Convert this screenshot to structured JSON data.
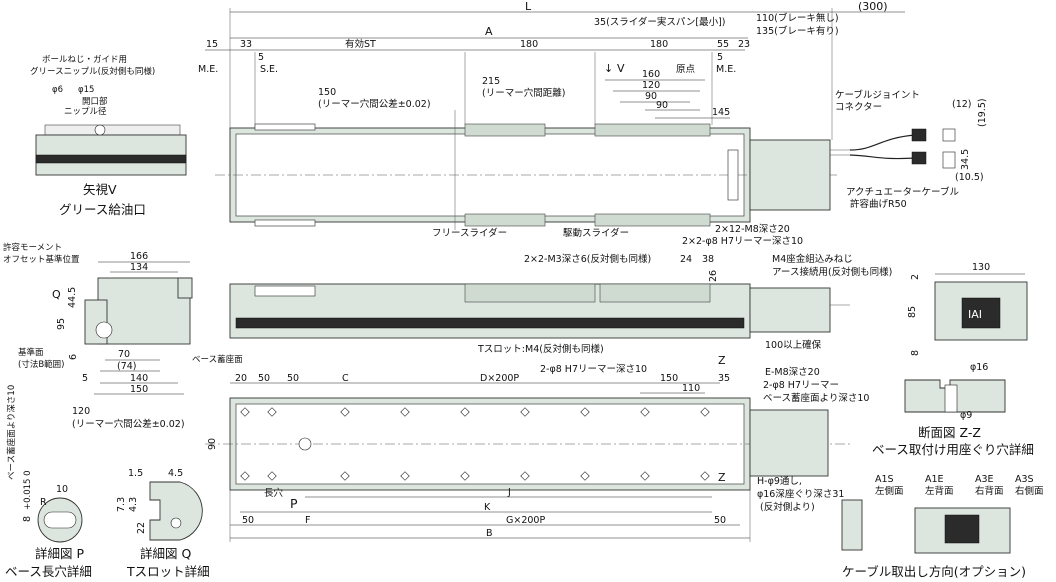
{
  "top_dims": {
    "L": "L",
    "p300": "(300)",
    "A": "A",
    "d15": "15",
    "d33": "33",
    "eff_st": "有効ST",
    "d180a": "180",
    "d180b": "180",
    "d55": "55",
    "d23": "23",
    "d5a": "5",
    "d5b": "5",
    "brake_none": "110(ブレーキ無し)",
    "brake_on": "135(ブレーキ有り)",
    "span35": "35(スライダー実スパン[最小])",
    "me_left": "M.E.",
    "se": "S.E.",
    "me_right": "M.E.",
    "origin": "原点",
    "d150_line1": "150",
    "d150_line2": "(リーマー穴間公差±0.02)",
    "d215_line1": "215",
    "d215_line2": "(リーマー穴間距離)",
    "view_v": "V",
    "d160": "160",
    "d120": "120",
    "d90": "90",
    "d90b": "90",
    "d145": "145",
    "cable_joint_1": "ケーブルジョイント",
    "cable_joint_2": "コネクター",
    "d12": "(12)",
    "d19_5": "(19.5)",
    "d34_5": "34.5",
    "d10_5": "(10.5)",
    "act_cable": "アクチュエーターケーブル",
    "bend": "許容曲げR50",
    "free_slider": "フリースライダー",
    "drive_slider": "駆動スライダー",
    "m8_holes": "2×12-M8深さ20",
    "reamer_holes": "2×2-φ8 H7リーマー深さ10"
  },
  "view_v": {
    "label1": "ボールねじ・ガイド用",
    "label2": "グリースニップル(反対側も同様)",
    "phi6": "φ6",
    "phi15": "φ15",
    "opening": "開口部",
    "nipple": "ニップル径",
    "title1": "矢視V",
    "title2": "グリース給油口"
  },
  "end_view": {
    "moment1": "許容モーメント",
    "moment2": "オフセット基準位置",
    "d166": "166",
    "d134": "134",
    "q": "Q",
    "d44_5": "44.5",
    "d95": "95",
    "d6": "6",
    "ref1": "基準面",
    "ref2": "(寸法B範囲)",
    "base": "ベース蓄座面",
    "d70": "70",
    "d74": "(74)",
    "d140": "140",
    "d150": "150",
    "d5": "5"
  },
  "side_view": {
    "m3": "2×2-M3深さ6(反対側も同様)",
    "d24": "24",
    "d38": "38",
    "d26": "26",
    "m4_1": "M4座金組込みねじ",
    "m4_2": "アース接続用(反対側も同様)",
    "tslot": "Tスロット:M4(反対側も同様)",
    "secure": "100以上確保"
  },
  "right_section": {
    "d130": "130",
    "d2": "2",
    "d85": "85",
    "d8": "8",
    "d16": "φ16",
    "d9": "φ9",
    "title1": "断面図 Z-Z",
    "title2": "ベース取付け用座ぐり穴詳細",
    "a1s": "A1S",
    "a1s_sub": "左側面",
    "a1e": "A1E",
    "a1e_sub": "左背面",
    "a3e": "A3E",
    "a3e_sub": "右背面",
    "a3s": "A3S",
    "a3s_sub": "右側面",
    "cable_dir": "ケーブル取出し方向(オプション)"
  },
  "plan_view": {
    "d20": "20",
    "d50a": "50",
    "d50b": "50",
    "c": "C",
    "d200": "D×200P",
    "reamer1": "2-φ8 H7リーマー深さ10",
    "d150": "150",
    "d110": "110",
    "d35": "35",
    "z": "Z",
    "z2": "Z",
    "e_m8": "E-M8深さ20",
    "reamer2_1": "2-φ8 H7リーマー",
    "reamer2_2": "ベース蓄座面より深さ10",
    "d120_1": "120",
    "d120_2": "(リーマー穴間公差±0.02)",
    "d90": "90",
    "long_hole": "長穴",
    "p": "P",
    "h_hole1": "H-φ9通し,",
    "h_hole2": "φ16深座ぐり深さ31",
    "h_hole3": "(反対側より)",
    "j": "J",
    "k": "K",
    "d50c": "50",
    "f": "F",
    "g": "G×200P",
    "d50d": "50",
    "b": "B"
  },
  "detail_p": {
    "vert1": "ベース蓄座面より深さ10",
    "d8": "8",
    "tol": "+0.015 0",
    "d10": "10",
    "r": "R",
    "title1": "詳細図 P",
    "title2": "ベース長穴詳細"
  },
  "detail_q": {
    "d1_5": "1.5",
    "d4_5": "4.5",
    "d7_3": "7.3",
    "d4_3": "4.3",
    "d22": "22",
    "title1": "詳細図 Q",
    "title2": "Tスロット詳細"
  },
  "plate_logo": "IAI"
}
